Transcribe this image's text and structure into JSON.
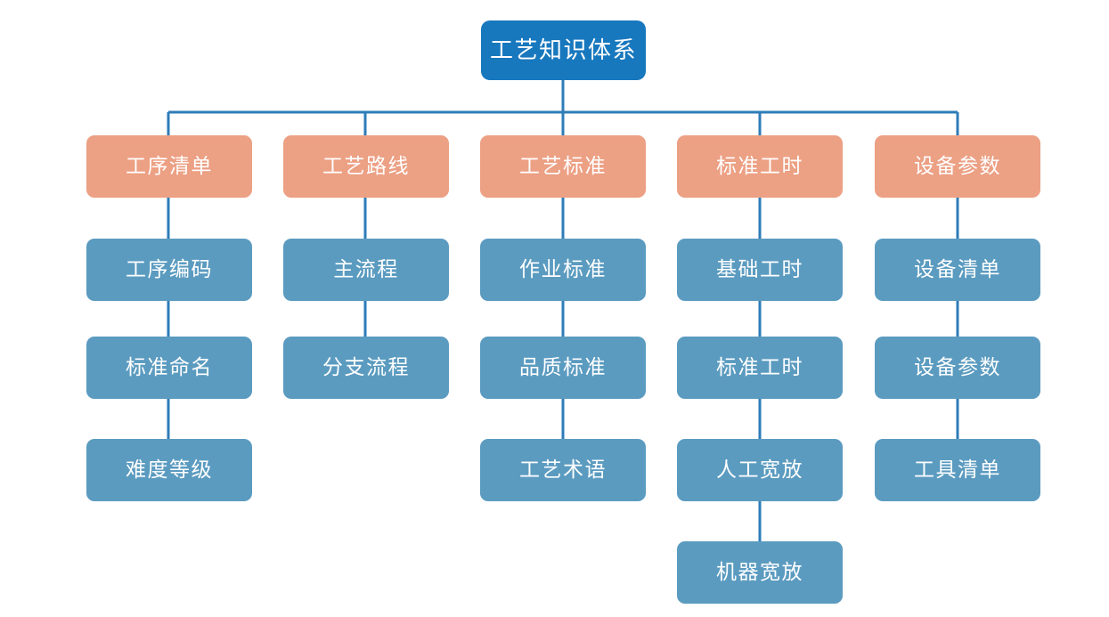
{
  "diagram": {
    "title": "工艺知识体系",
    "type": "organization-tree",
    "colors": {
      "root": "#1878be",
      "level1": "#eca084",
      "level2": "#5b9bc0",
      "connector": "#2e7cb8",
      "background": "#ffffff",
      "text": "#ffffff"
    },
    "root": {
      "label": "工艺知识体系"
    },
    "columns": [
      {
        "id": "col-1",
        "header": "工序清单",
        "children": [
          "工序编码",
          "标准命名",
          "难度等级"
        ]
      },
      {
        "id": "col-2",
        "header": "工艺路线",
        "children": [
          "主流程",
          "分支流程"
        ]
      },
      {
        "id": "col-3",
        "header": "工艺标准",
        "children": [
          "作业标准",
          "品质标准",
          "工艺术语"
        ]
      },
      {
        "id": "col-4",
        "header": "标准工时",
        "children": [
          "基础工时",
          "标准工时",
          "人工宽放",
          "机器宽放"
        ]
      },
      {
        "id": "col-5",
        "header": "设备参数",
        "children": [
          "设备清单",
          "设备参数",
          "工具清单"
        ]
      }
    ]
  }
}
